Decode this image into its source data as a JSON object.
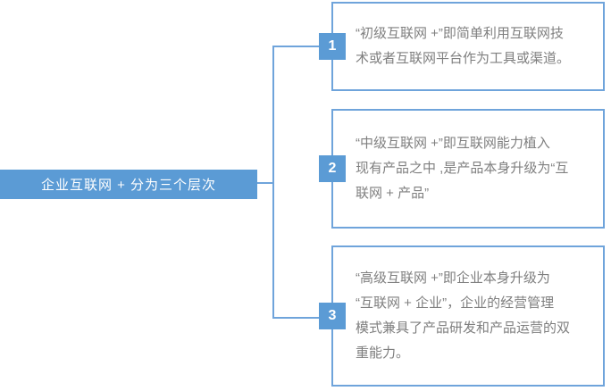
{
  "main_topic": {
    "label": "企业互联网 + 分为三个层次"
  },
  "branches": [
    {
      "number": "1",
      "lines": [
        "“初级互联网 +”即简单利用互联网技",
        "术或者互联网平台作为工具或渠道。"
      ]
    },
    {
      "number": "2",
      "lines": [
        "“中级互联网 +”即互联网能力植入",
        "现有产品之中 ,是产品本身升级为“互",
        "联网 + 产品”"
      ]
    },
    {
      "number": "3",
      "lines": [
        "“高级互联网 +”即企业本身升级为",
        "“互联网 + 企业”，企业的经营管理",
        "模式兼具了产品研发和产品运营的双",
        "重能力。"
      ]
    }
  ],
  "colors": {
    "node_fill": "#5B9BD5",
    "line_and_border": "#6FA4DB",
    "body_text": "#7F7F7F",
    "node_text": "#FFFFFF"
  }
}
